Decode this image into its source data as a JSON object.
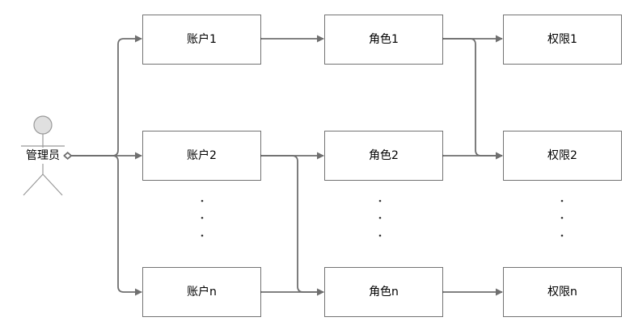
{
  "actor": {
    "label": "管理员"
  },
  "accounts": [
    "账户1",
    "账户2",
    "账户n"
  ],
  "roles": [
    "角色1",
    "角色2",
    "角色n"
  ],
  "permissions": [
    "权限1",
    "权限2",
    "权限n"
  ],
  "colors": {
    "line": "#6f6f6f",
    "actor_fill": "#e0e0e0",
    "actor_stroke": "#999999",
    "box_stroke": "#8a8a8a"
  }
}
